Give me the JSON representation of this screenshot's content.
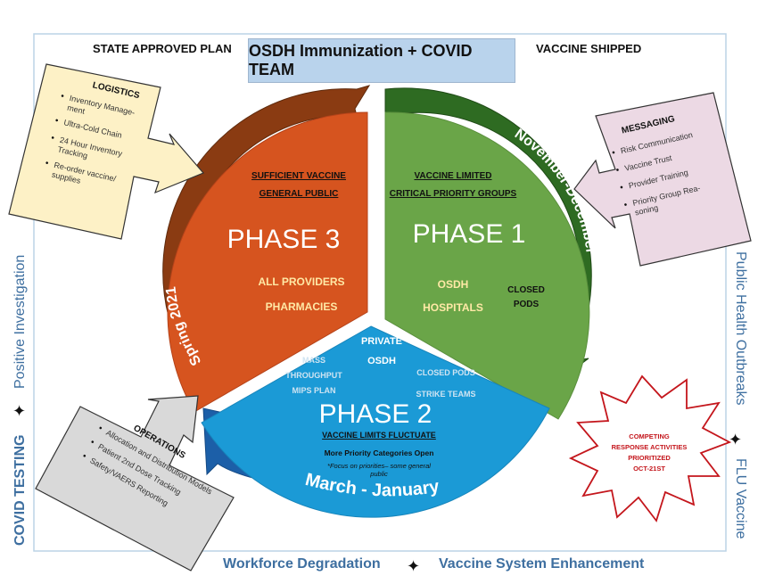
{
  "header": {
    "left_label": "STATE APPROVED PLAN",
    "center_title": "OSDH Immunization  + COVID TEAM",
    "right_label": "VACCINE SHIPPED"
  },
  "phase3": {
    "title": "PHASE 3",
    "sub1": "SUFFICIENT VACCINE",
    "sub2": "GENERAL PUBLIC",
    "item1": "ALL PROVIDERS",
    "item2": "PHARMACIES",
    "color": "#d6541f",
    "timeline": "Spring 2021"
  },
  "phase1": {
    "title": "PHASE 1",
    "sub1": "VACCINE LIMITED",
    "sub2": "CRITICAL PRIORITY GROUPS",
    "item1": "OSDH",
    "item2": "HOSPITALS",
    "item3a": "CLOSED",
    "item3b": "PODS",
    "color": "#6aa548",
    "timeline": "November-December"
  },
  "phase2": {
    "title": "PHASE 2",
    "private1": "PRIVATE",
    "private2": "OSDH",
    "mass1": "MASS",
    "mass2": "THROUGHPUT",
    "mass3": "MIPS PLAN",
    "closed1": "CLOSED PODS",
    "closed2": "STRIKE TEAMS",
    "sub": "VACCINE LIMITS FLUCTUATE",
    "note1": "More Priority Categories Open",
    "note2a": "*Focus on priorities– some general",
    "note2b": "public",
    "color": "#1b9ad6",
    "timeline": "March - January"
  },
  "logistics": {
    "title": "LOGISTICS",
    "items": [
      "Inventory Manage-",
      "ment",
      "Ultra-Cold Chain",
      "24 Hour Inventory",
      "Tracking",
      "Re-order vaccine/",
      "supplies"
    ]
  },
  "messaging": {
    "title": "MESSAGING",
    "items": [
      "Risk Communication",
      "Vaccine Trust",
      "Provider Training",
      "Priority Group Rea-",
      "soning"
    ]
  },
  "operations": {
    "title": "OPERATIONS",
    "items": [
      "Allocation and Distribution Models",
      "Patient 2nd Dose Tracking",
      "Safety/VAERS Reporting"
    ]
  },
  "competing": {
    "l1": "COMPETING",
    "l2": "RESPONSE ACTIVITIES",
    "l3": "PRIORITIZED",
    "l4": "OCT-21ST"
  },
  "sides": {
    "left_top": "Positive Investigation",
    "left_bottom": "COVID TESTING",
    "right_top": "Public Health Outbreaks",
    "right_bottom": "FLU Vaccine",
    "bottom_left": "Workforce Degradation",
    "bottom_right": "Vaccine System Enhancement",
    "star": "✦"
  },
  "colors": {
    "timeline3": "#8a3b12",
    "timeline1": "#2e6b22",
    "timeline2": "#1c5fa8",
    "side_text": "#3e6fa0",
    "logistics_bg": "#fdf1c6",
    "messaging_bg": "#ecd9e4",
    "operations_bg": "#d9d9d9"
  }
}
